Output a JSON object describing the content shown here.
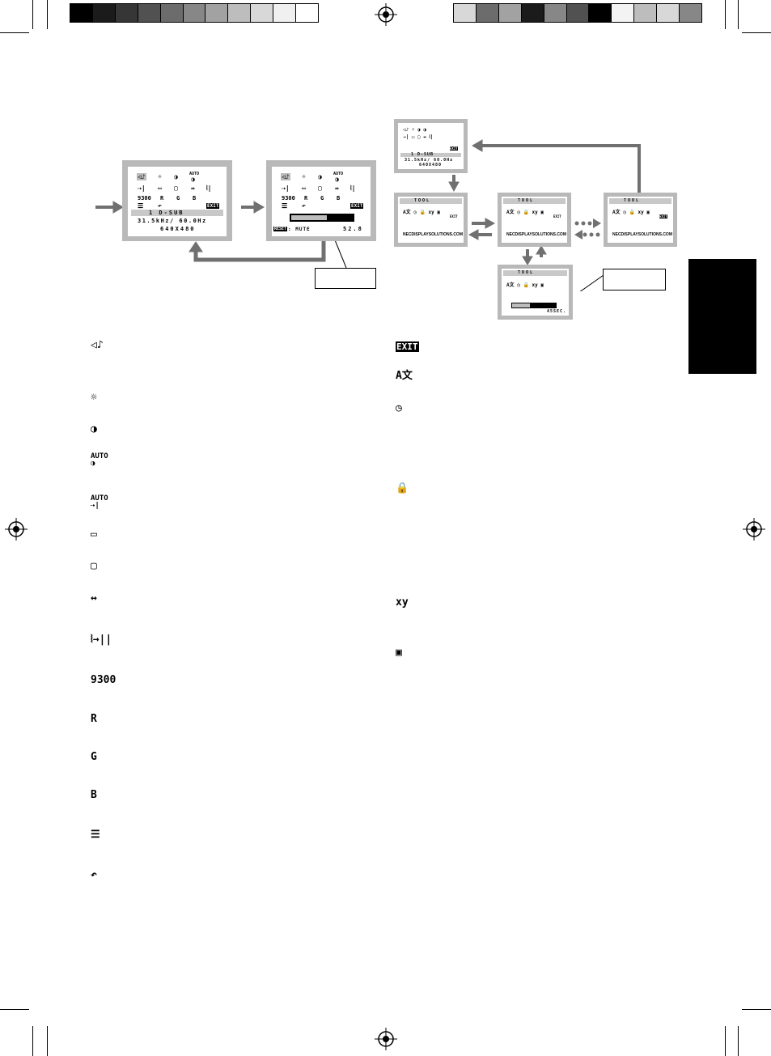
{
  "colors": {
    "black": "#000000",
    "frame_gray": "#b9b9b9",
    "arrow_gray": "#707070",
    "side_tab": "#000000"
  },
  "color_bar_left": [
    "#000000",
    "#1b1b1b",
    "#363636",
    "#515151",
    "#6c6c6c",
    "#878787",
    "#a2a2a2",
    "#bdbdbd",
    "#d8d8d8",
    "#f0f0f0",
    "#ffffff"
  ],
  "color_bar_right": [
    "#d8d8d8",
    "#6c6c6c",
    "#a2a2a2",
    "#1b1b1b",
    "#878787",
    "#515151",
    "#000000",
    "#f3f3f3",
    "#bdbdbd",
    "#d8d8d8",
    "#878787"
  ],
  "osd_main": {
    "input_line": "1 D-SUB",
    "freq_line": "31.5kHz/ 60.0Hz",
    "res_line": "640X480",
    "row2_label_9300": "9300",
    "row2_r": "R",
    "row2_g": "G",
    "row2_b": "B",
    "exit": "EXIT",
    "auto": "AUTO"
  },
  "osd_volume": {
    "reset_label": "RESET",
    "mute_label": ": MUTE",
    "value": "52.8"
  },
  "osd_tool": {
    "tab_label": "TOOL",
    "url": "NECDISPLAYSOLUTIONS.COM",
    "timer": "45SEC."
  },
  "osd_small": {
    "input_line": "1 D-SUB",
    "freq_line": "31.5kHz/ 60.0Hz",
    "res_line": "640X480"
  },
  "legend_left": [
    {
      "icon": "volume-icon",
      "glyph": "◁♪"
    },
    {
      "icon": "brightness-icon",
      "glyph": "☼"
    },
    {
      "icon": "contrast-icon",
      "glyph": "◑"
    },
    {
      "icon": "auto-adjust-contrast-icon",
      "glyph": "AUTO\n◑"
    },
    {
      "icon": "auto-adjust-icon",
      "glyph": "AUTO\n⇢|"
    },
    {
      "icon": "left-right-icon",
      "glyph": "▭"
    },
    {
      "icon": "down-up-icon",
      "glyph": "▢"
    },
    {
      "icon": "h-size-icon",
      "glyph": "↔"
    },
    {
      "icon": "fine-icon",
      "glyph": "⦚→||"
    },
    {
      "icon": "color-control-icon",
      "glyph": "9300"
    },
    {
      "icon": "red-icon",
      "glyph": "R"
    },
    {
      "icon": "green-icon",
      "glyph": "G"
    },
    {
      "icon": "blue-icon",
      "glyph": "B"
    },
    {
      "icon": "tool-icon",
      "glyph": "☰"
    },
    {
      "icon": "factory-preset-icon",
      "glyph": "↶"
    }
  ],
  "legend_right": [
    {
      "icon": "exit-icon",
      "glyph": "EXIT"
    },
    {
      "icon": "language-icon",
      "glyph": "A文"
    },
    {
      "icon": "osd-turn-off-icon",
      "glyph": "◷"
    },
    {
      "icon": "osd-lock-out-icon",
      "glyph": "🔒"
    },
    {
      "icon": "resolution-notifier-icon",
      "glyph": "xy"
    },
    {
      "icon": "monitor-info-icon",
      "glyph": "▣"
    }
  ]
}
